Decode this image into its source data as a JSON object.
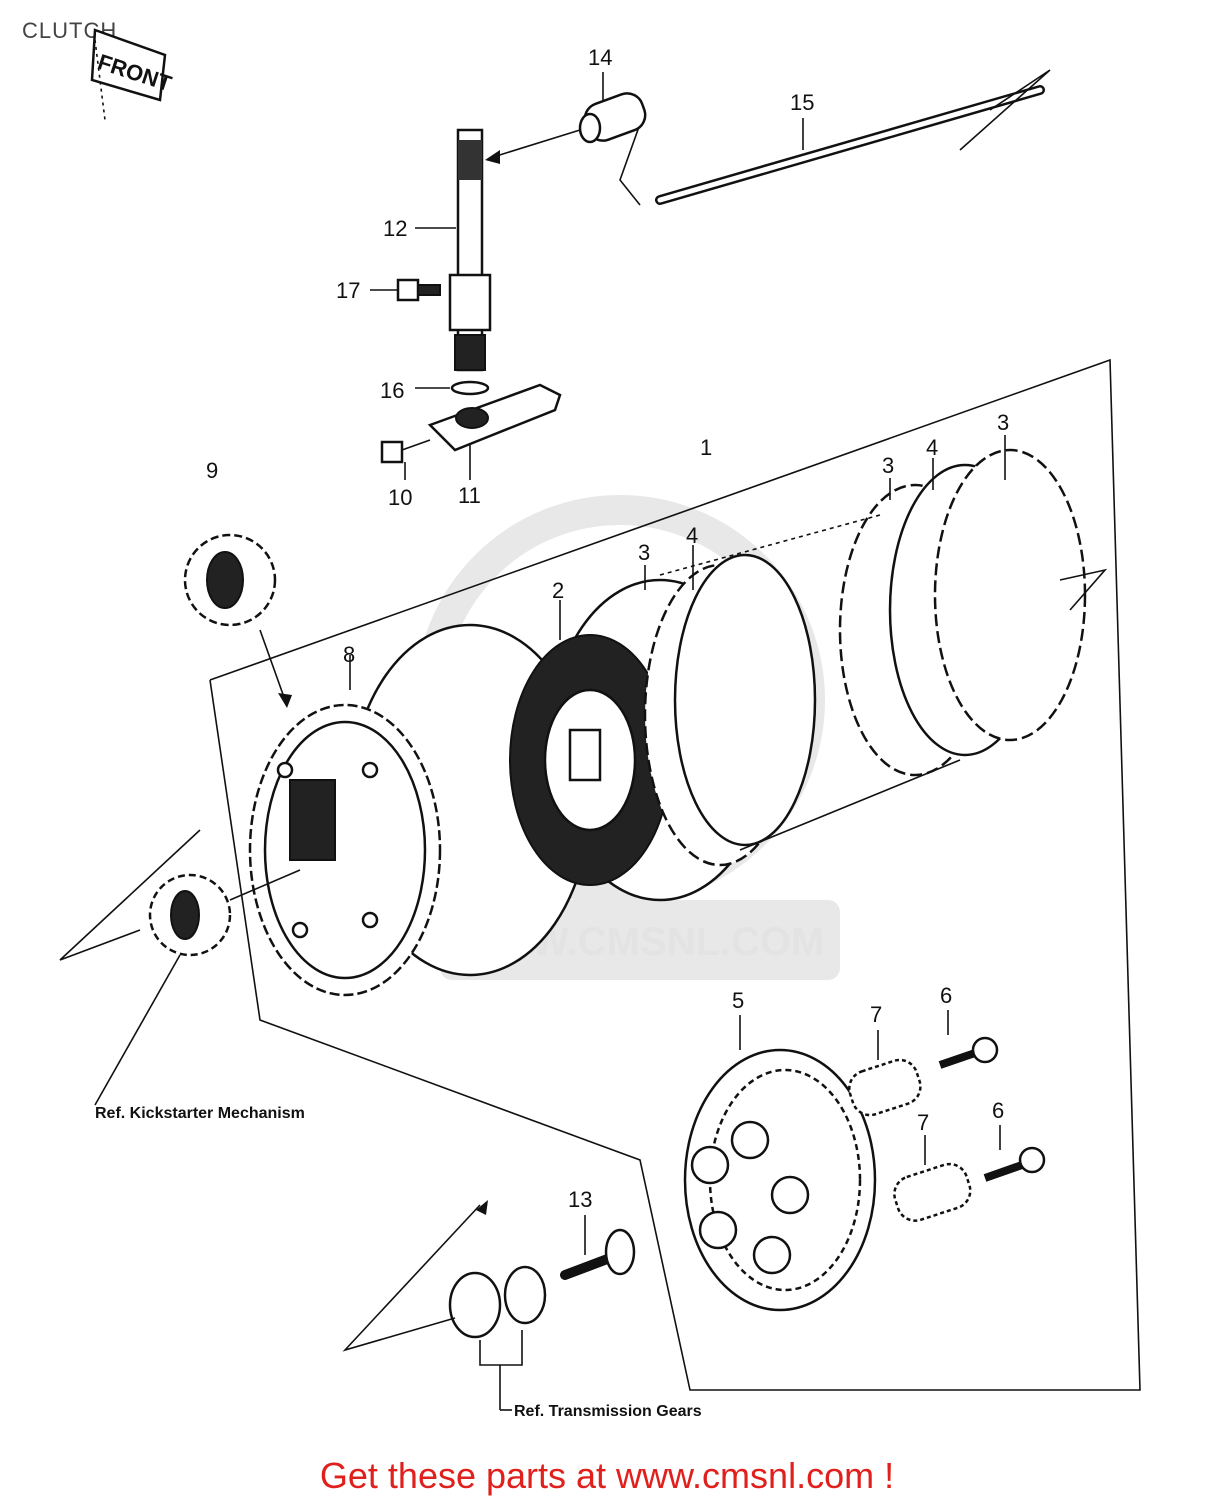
{
  "title": "CLUTCH",
  "front_sign": "FRONT",
  "watermark": "WWW.CMSNL.COM",
  "footer_link": "Get these parts at www.cmsnl.com !",
  "refs": {
    "kickstarter": "Ref. Kickstarter Mechanism",
    "transmission": "Ref. Transmission Gears"
  },
  "callouts": [
    "1",
    "2",
    "3",
    "3",
    "3",
    "4",
    "4",
    "5",
    "6",
    "6",
    "7",
    "7",
    "8",
    "9",
    "10",
    "11",
    "12",
    "13",
    "14",
    "15",
    "16",
    "17"
  ],
  "colors": {
    "footer": "#e0201c",
    "watermark": "#e3e3e3",
    "ink": "#111111"
  }
}
